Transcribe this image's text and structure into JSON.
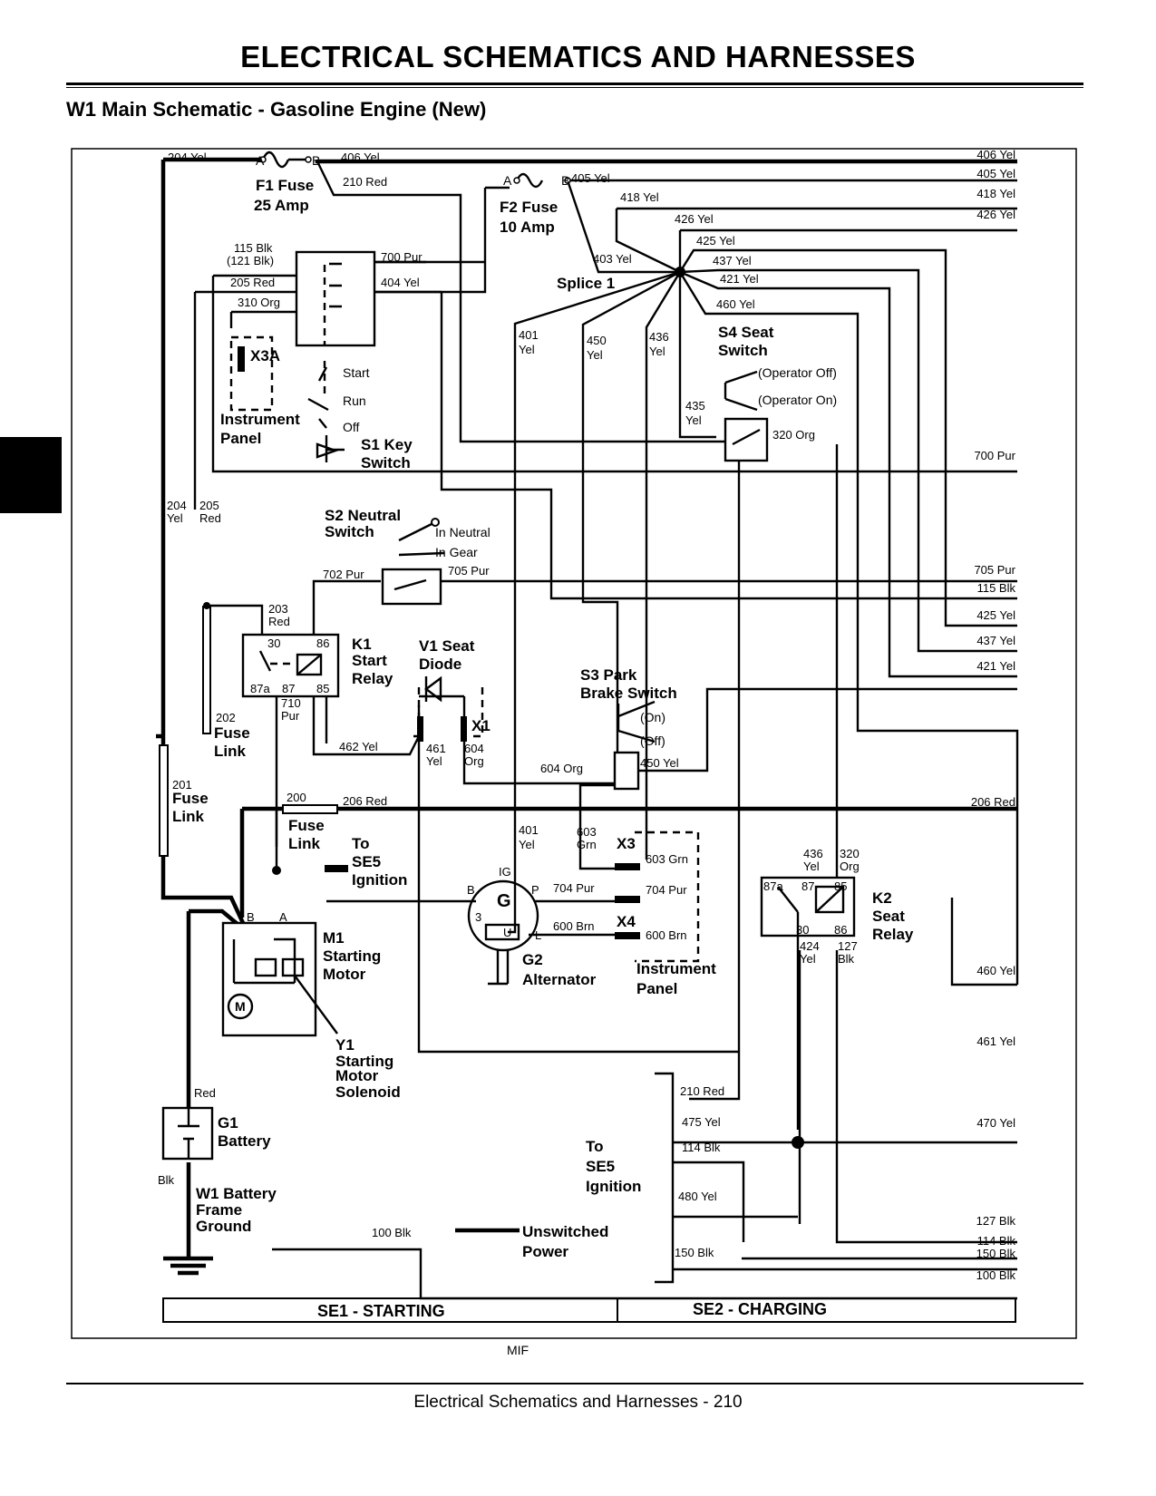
{
  "page": {
    "title": "ELECTRICAL   SCHEMATICS AND HARNESSES",
    "section_title": "W1 Main Schematic - Gasoline Engine (New)",
    "figure_code": "MIF",
    "footer": "Electrical   Schematics and Harnesses  - 210"
  },
  "schematic": {
    "components": {
      "f1_name": "F1 Fuse",
      "f1_rating": "25 Amp",
      "f2_name": "F2 Fuse",
      "f2_rating": "10 Amp",
      "splice1": "Splice 1",
      "x3a": "X3A",
      "inst_panel_1": "Instrument",
      "inst_panel_2": "Panel",
      "s1_1": "S1 Key",
      "s1_2": "Switch",
      "s1_start": "Start",
      "s1_run": "Run",
      "s1_off": "Off",
      "s4_1": "S4 Seat",
      "s4_2": "Switch",
      "s4_off": "(Operator Off)",
      "s4_on": "(Operator On)",
      "s2_1": "S2 Neutral",
      "s2_2": "Switch",
      "s2_neutral": "In Neutral",
      "s2_gear": "In Gear",
      "k1_1": "K1",
      "k1_2": "Start",
      "k1_3": "Relay",
      "v1_1": "V1 Seat",
      "v1_2": "Diode",
      "x1": "X1",
      "s3_1": "S3 Park",
      "s3_2": "Brake Switch",
      "s3_on": "(On)",
      "s3_off": "(Off)",
      "fl202_1": "Fuse",
      "fl202_2": "Link",
      "fl201_1": "Fuse",
      "fl201_2": "Link",
      "fl200_1": "Fuse",
      "fl200_2": "Link",
      "to_se5_a_1": "To",
      "to_se5_a_2": "SE5",
      "to_se5_a_3": "Ignition",
      "x3": "X3",
      "x4": "X4",
      "m1_1": "M1",
      "m1_2": "Starting",
      "m1_3": "Motor",
      "y1_1": "Y1",
      "y1_2": "Starting",
      "y1_3": "Motor",
      "y1_4": "Solenoid",
      "g2_1": "G2",
      "g2_2": "Alternator",
      "inst2_1": "Instrument",
      "inst2_2": "Panel",
      "k2_1": "K2",
      "k2_2": "Seat",
      "k2_3": "Relay",
      "g1_1": "G1",
      "g1_2": "Battery",
      "w1_1": "W1 Battery",
      "w1_2": "Frame",
      "w1_3": "Ground",
      "to_se5_b_1": "To",
      "to_se5_b_2": "SE5",
      "to_se5_b_3": "Ignition",
      "legend_unswitched_1": "Unswitched",
      "legend_unswitched_2": "Power"
    },
    "pins": {
      "a1": "A",
      "b1": "B",
      "a2": "A",
      "b2": "B",
      "k1_30": "30",
      "k1_86": "86",
      "k1_87a": "87a",
      "k1_87": "87",
      "k1_85": "85",
      "k2_87a": "87a",
      "k2_87": "87",
      "k2_85": "85",
      "k2_30": "30",
      "k2_86": "86",
      "m1_b": "B",
      "m1_a": "A",
      "m_letter": "M",
      "g_letter": "G",
      "g_ig": "IG",
      "g_b": "B",
      "g_p": "P",
      "g_l": "L",
      "g_3": "3",
      "g_u": "U",
      "batt_red": "Red",
      "batt_blk": "Blk"
    },
    "wires": {
      "w204": "204 Yel",
      "w406": "406 Yel",
      "w210": "210 Red",
      "w405": "405 Yel",
      "w418": "418 Yel",
      "w426": "426 Yel",
      "w425": "425 Yel",
      "w437": "437 Yel",
      "w421": "421 Yel",
      "w460": "460 Yel",
      "w403": "403 Yel",
      "w115_1": "115 Blk",
      "w115_2": "(121 Blk)",
      "w205": "205 Red",
      "w310": "310 Org",
      "w700": "700 Pur",
      "w404": "404 Yel",
      "w401_1": "401",
      "w401_2": "Yel",
      "w450_1": "450",
      "w450_2": "Yel",
      "w436_1": "436",
      "w436_2": "Yel",
      "w435_1": "435",
      "w435_2": "Yel",
      "w320": "320 Org",
      "w204v_1": "204",
      "w204v_2": "Yel",
      "w205v_1": "205",
      "w205v_2": "Red",
      "w702": "702 Pur",
      "w705": "705 Pur",
      "w203_1": "203",
      "w203_2": "Red",
      "w710_1": "710",
      "w710_2": "Pur",
      "w202": "202",
      "w201": "201",
      "w200": "200",
      "w462": "462 Yel",
      "w461_1": "461",
      "w461_2": "Yel",
      "w604v_1": "604",
      "w604v_2": "Org",
      "w604": "604 Org",
      "w450s": "450 Yel",
      "w206": "206 Red",
      "w401b_1": "401",
      "w401b_2": "Yel",
      "w603_1": "603",
      "w603_2": "Grn",
      "w603b": "603 Grn",
      "w704": "704 Pur",
      "w704b": "704 Pur",
      "w600": "600 Brn",
      "w600b": "600 Brn",
      "w436b_1": "436",
      "w436b_2": "Yel",
      "w320b_1": "320",
      "w320b_2": "Org",
      "w424_1": "424",
      "w424_2": "Yel",
      "w127_1": "127",
      "w127_2": "Blk",
      "w210b": "210 Red",
      "w475": "475 Yel",
      "w114": "114 Blk",
      "w480": "480 Yel",
      "w150": "150 Blk",
      "w100": "100 Blk"
    },
    "right_edge_labels": [
      "406 Yel",
      "405 Yel",
      "418 Yel",
      "426 Yel",
      "700 Pur",
      "705 Pur",
      "115 Blk",
      "425 Yel",
      "437 Yel",
      "421 Yel",
      "206 Red",
      "460 Yel",
      "461 Yel",
      "470 Yel",
      "127 Blk",
      "114 Blk",
      "150 Blk",
      "100 Blk"
    ],
    "bottom_bar": {
      "se1": "SE1 - STARTING",
      "se2": "SE2 - CHARGING"
    }
  }
}
